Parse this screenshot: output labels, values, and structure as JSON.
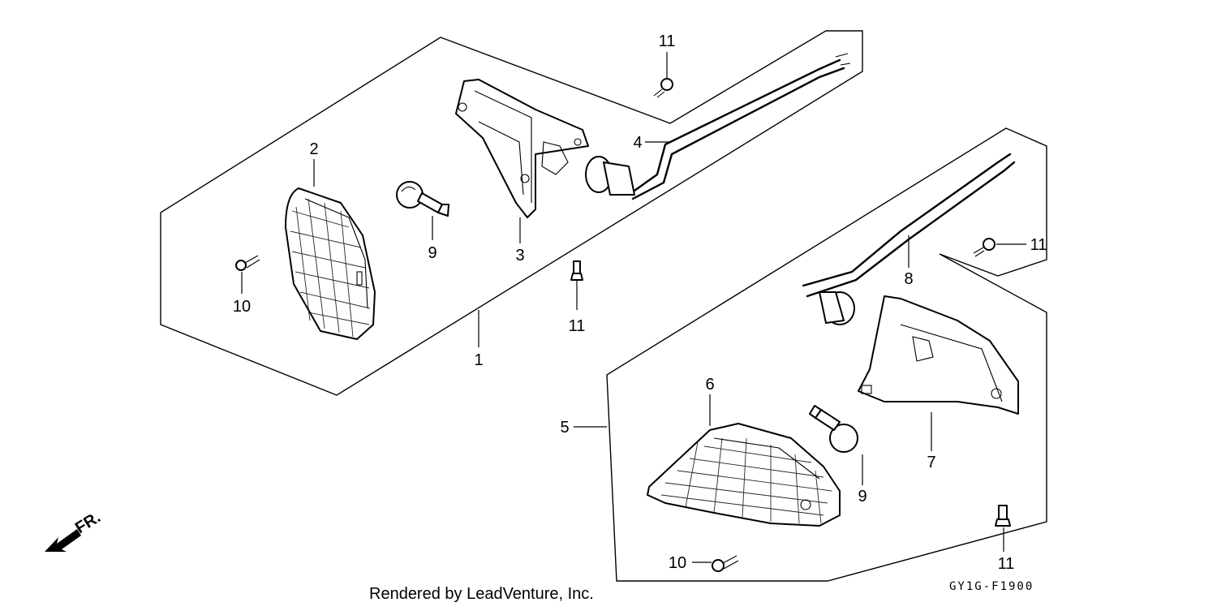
{
  "callouts": [
    {
      "id": "1",
      "label": "1"
    },
    {
      "id": "2",
      "label": "2"
    },
    {
      "id": "3",
      "label": "3"
    },
    {
      "id": "4",
      "label": "4"
    },
    {
      "id": "5",
      "label": "5"
    },
    {
      "id": "6",
      "label": "6"
    },
    {
      "id": "7",
      "label": "7"
    },
    {
      "id": "8",
      "label": "8"
    },
    {
      "id": "9a",
      "label": "9"
    },
    {
      "id": "9b",
      "label": "9"
    },
    {
      "id": "10a",
      "label": "10"
    },
    {
      "id": "10b",
      "label": "10"
    },
    {
      "id": "11a",
      "label": "11"
    },
    {
      "id": "11b",
      "label": "11"
    },
    {
      "id": "11c",
      "label": "11"
    },
    {
      "id": "11d",
      "label": "11"
    }
  ],
  "direction": {
    "label": "FR.",
    "icon": "direction-arrow-icon"
  },
  "footer": {
    "credit": "Rendered by LeadVenture, Inc."
  },
  "diagram_code": "GY1G-F1900",
  "colors": {
    "line": "#000000",
    "background": "#ffffff"
  }
}
